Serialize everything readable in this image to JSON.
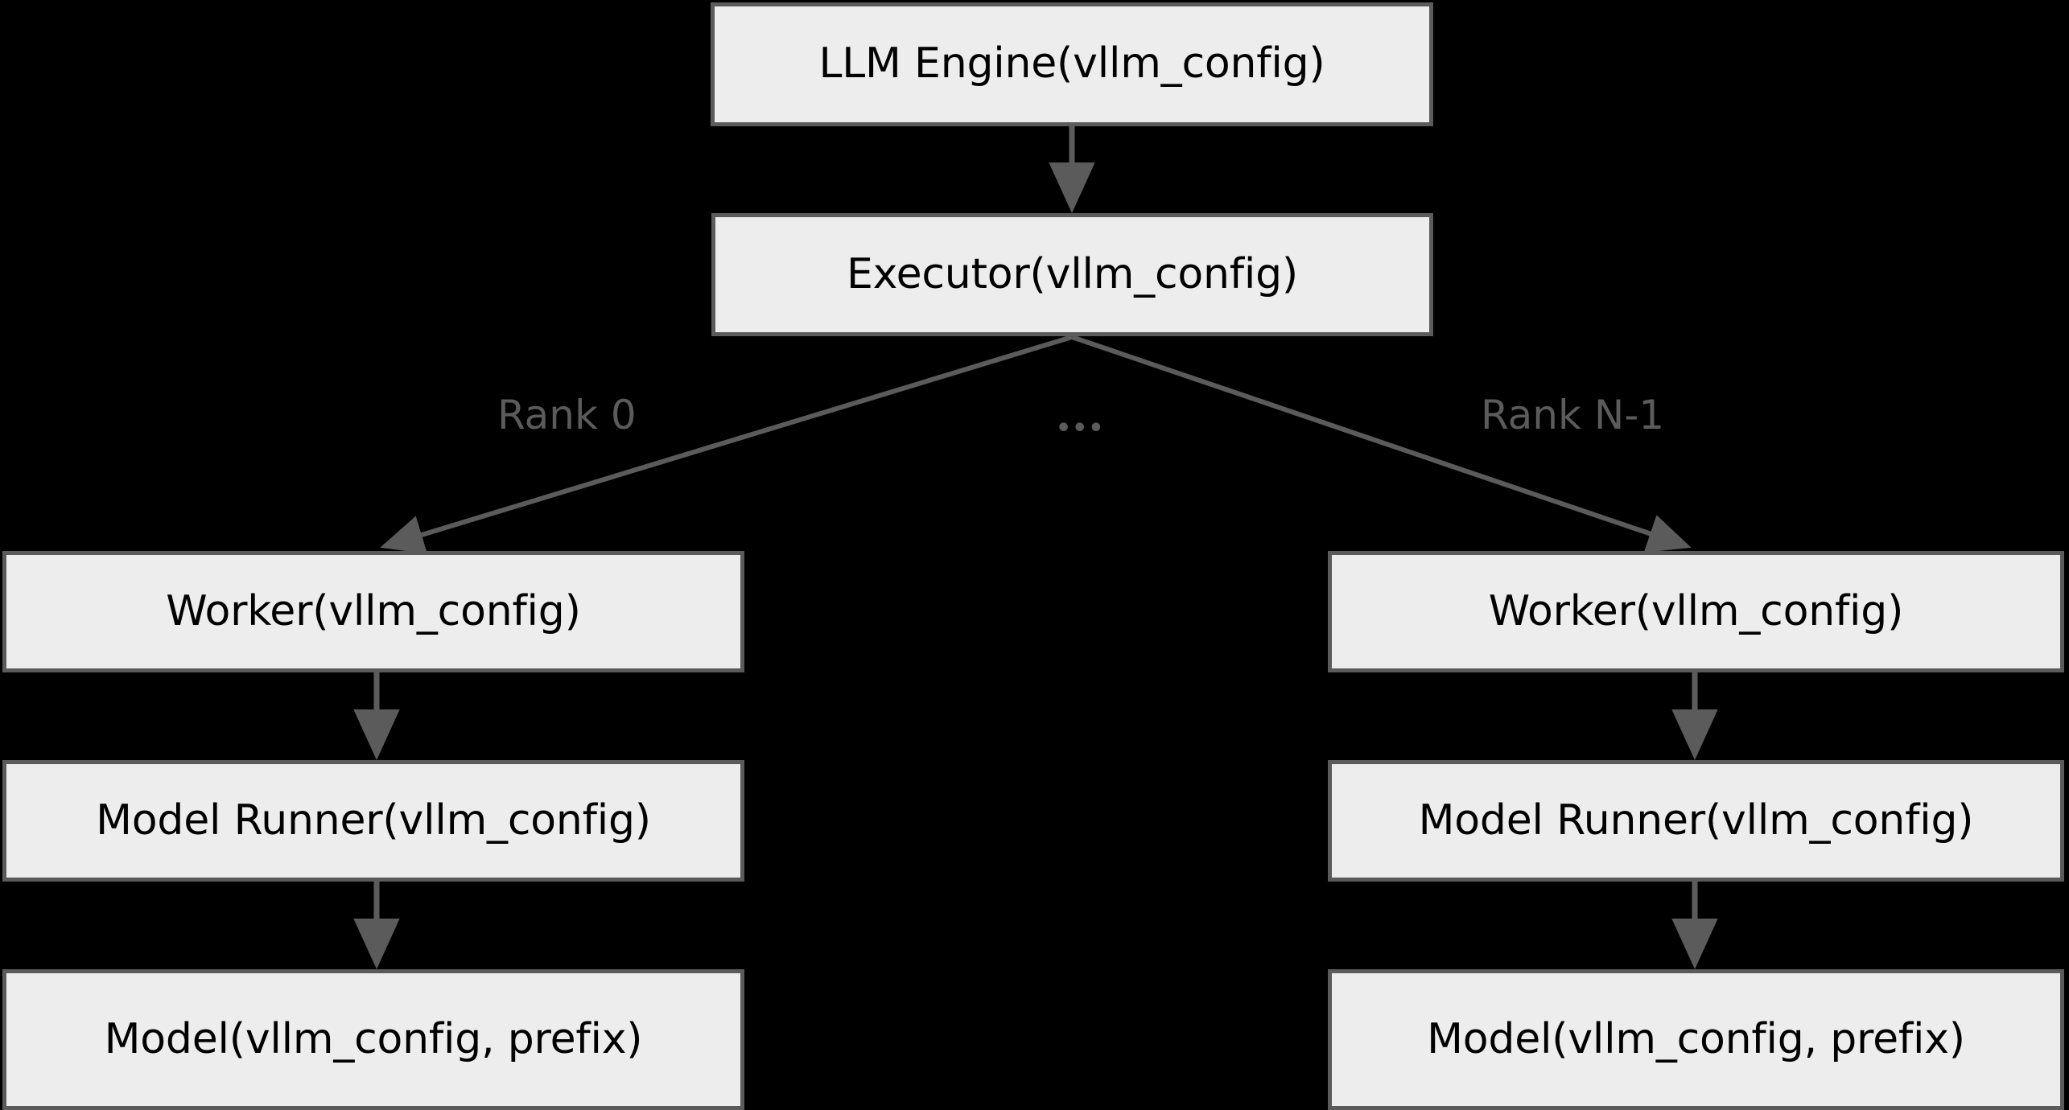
{
  "diagram": {
    "title": "vLLM config propagation architecture",
    "background_color": "#000000",
    "node_fill": "#ededed",
    "node_stroke": "#5b5b5b",
    "text_color": "#000000",
    "edge_color": "#5b5b5b",
    "label_color": "#5b5b5b",
    "nodes": {
      "llm_engine": "LLM Engine(vllm_config)",
      "executor": "Executor(vllm_config)",
      "worker_left": "Worker(vllm_config)",
      "model_runner_left": "Model Runner(vllm_config)",
      "model_left": "Model(vllm_config, prefix)",
      "worker_right": "Worker(vllm_config)",
      "model_runner_right": "Model Runner(vllm_config)",
      "model_right": "Model(vllm_config, prefix)"
    },
    "edge_labels": {
      "rank_0": "Rank 0",
      "rank_n_minus_1": "Rank N-1",
      "ellipsis": "•••"
    }
  }
}
